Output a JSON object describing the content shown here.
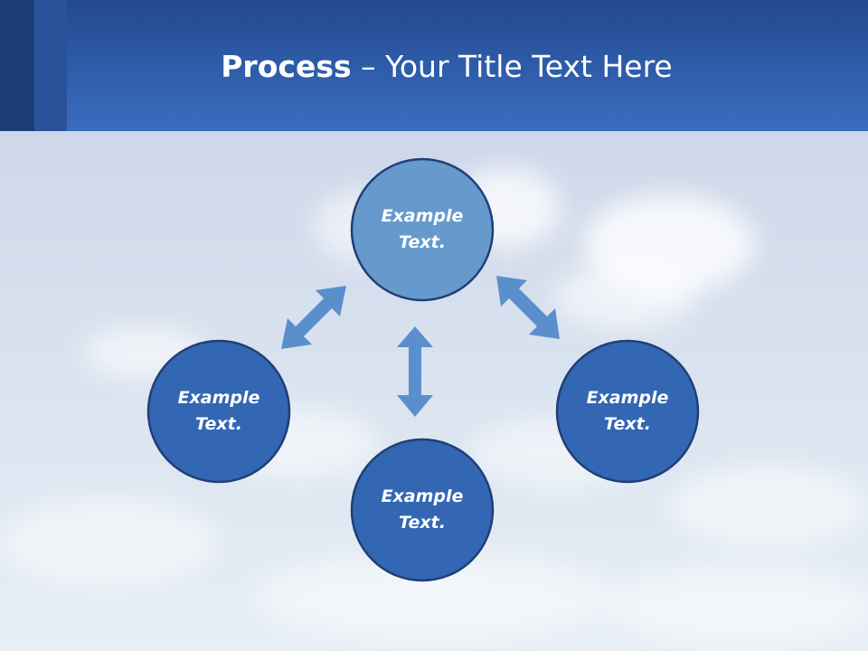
{
  "title": {
    "bold": "Process",
    "rest": " – Your Title Text Here"
  },
  "nodes": [
    {
      "id": "top",
      "line1": "Example",
      "line2": "Text."
    },
    {
      "id": "left",
      "line1": "Example",
      "line2": "Text."
    },
    {
      "id": "bottom",
      "line1": "Example",
      "line2": "Text."
    },
    {
      "id": "right",
      "line1": "Example",
      "line2": "Text."
    }
  ],
  "colors": {
    "node_top_fill": "#6699cc",
    "node_fill": "#3366b3",
    "node_stroke": "#1f3f77",
    "arrow": "#5b8fcc",
    "header": "#2d5aa6"
  }
}
